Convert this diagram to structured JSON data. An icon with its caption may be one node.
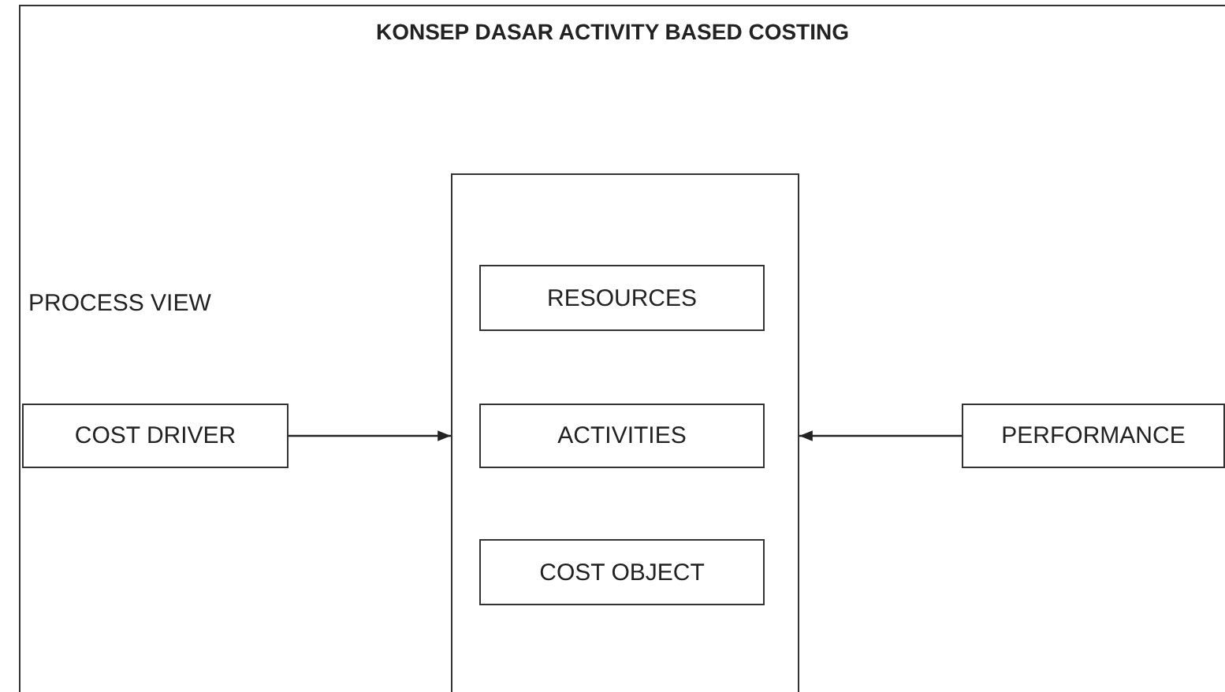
{
  "diagram": {
    "title": "KONSEP DASAR ACTIVITY BASED COSTING",
    "nodes": [
      {
        "text": [],
        "shape": "box"
      },
      {
        "text": [
          "RESOURCES"
        ],
        "in": 0
      },
      {
        "text": [
          "ACTIVITIES"
        ],
        "in": 0
      },
      {
        "text": [
          "COST OBJECT"
        ],
        "in": 0
      },
      {
        "text": [
          "COST DRIVER"
        ]
      },
      {
        "text": [
          "PERFORMANCE"
        ]
      }
    ],
    "edges": [
      {
        "from": 4,
        "to": 0,
        "arrow": "to"
      },
      {
        "from": 5,
        "to": 0,
        "arrow": "to"
      }
    ],
    "labels": [
      "PROCESS VIEW"
    ]
  }
}
